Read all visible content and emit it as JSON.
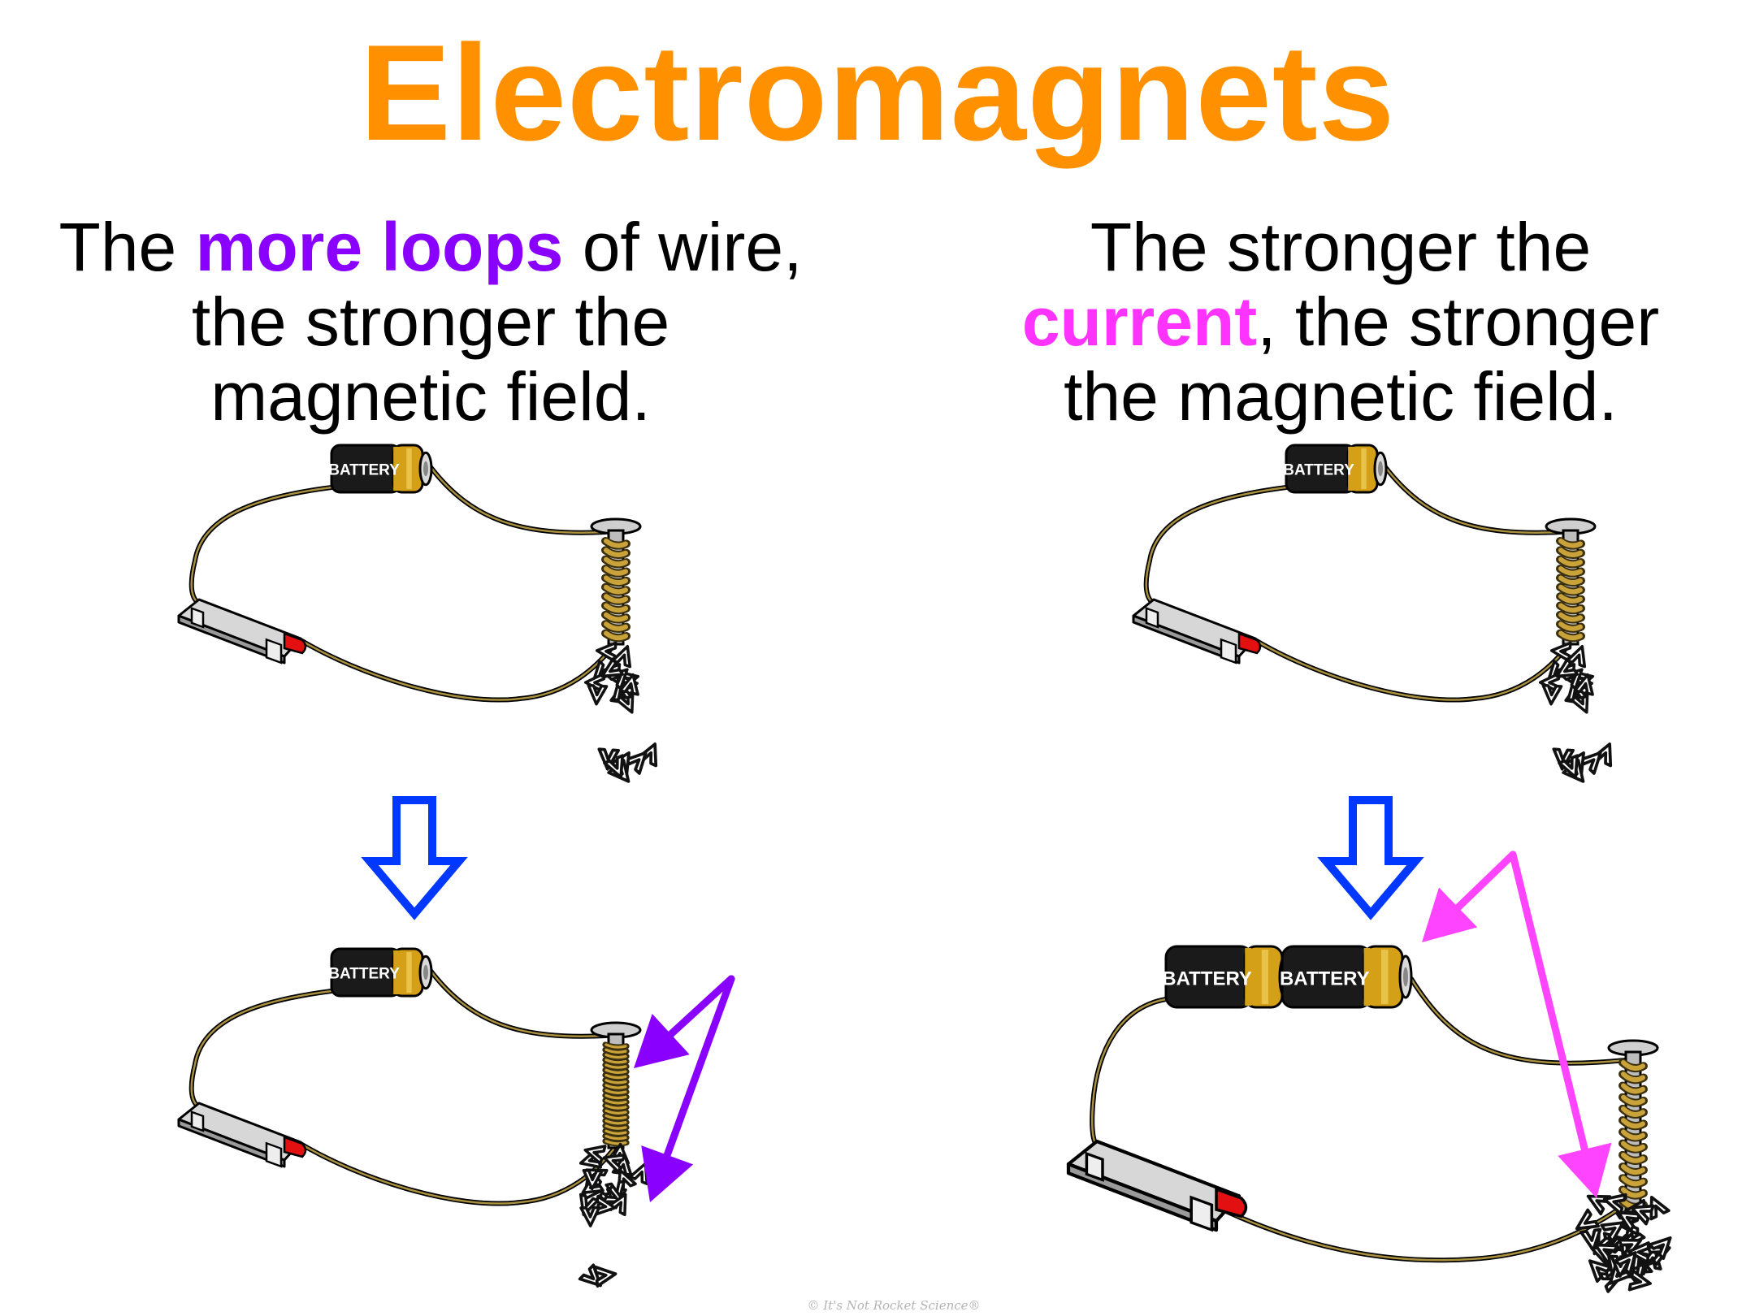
{
  "title": {
    "text": "Electromagnets",
    "color": "#FF9100"
  },
  "left_caption": {
    "before": "The ",
    "highlight": "more loops",
    "after_line1": " of wire,",
    "line2": "the stronger the",
    "line3": "magnetic field.",
    "highlight_color": "#8A00FF"
  },
  "right_caption": {
    "line1": "The stronger the",
    "highlight": "current",
    "after_line2": ", the stronger",
    "line3": "the magnetic field.",
    "highlight_color": "#FF33FF"
  },
  "battery_label": "BATTERY",
  "footer": "© It's Not Rocket Science®",
  "colors": {
    "down_arrow": "#0038FF",
    "left_pointer": "#8A00FF",
    "right_pointer": "#FF44FF",
    "battery_body": "#1a1a1a",
    "battery_cap": "#D4A017",
    "wire": "#6b5a2a",
    "switch_tip": "#E21010"
  },
  "icons": [
    "battery-icon",
    "switch-icon",
    "nail-coil-icon",
    "paperclip-icon",
    "down-arrow-icon",
    "pointer-arrow-icon"
  ]
}
